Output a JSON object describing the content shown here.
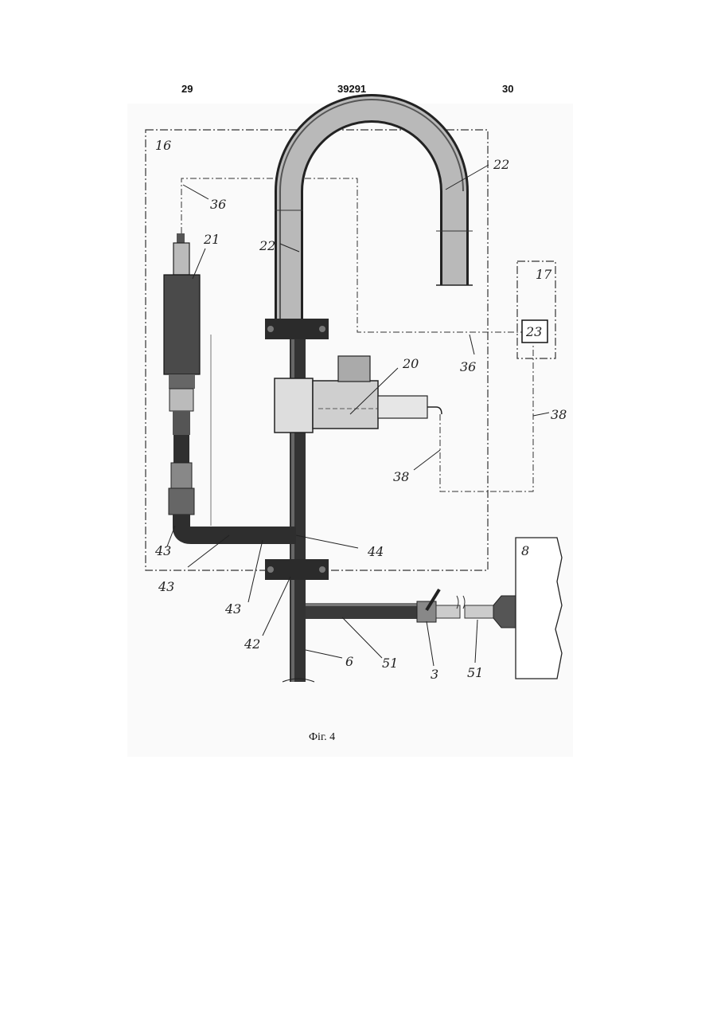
{
  "header": {
    "left_col": "29",
    "doc_number": "39291",
    "right_col": "30"
  },
  "figure": {
    "caption": "Фіг. 4",
    "labels": {
      "l16": "16",
      "l17": "17",
      "l8": "8",
      "l22a": "22",
      "l22b": "22",
      "l21": "21",
      "l36a": "36",
      "l36b": "36",
      "l23": "23",
      "l20": "20",
      "l38a": "38",
      "l38b": "38",
      "l43a": "43",
      "l43b": "43",
      "l43c": "43",
      "l44": "44",
      "l42": "42",
      "l6": "6",
      "l51a": "51",
      "l3": "3",
      "l51b": "51"
    }
  }
}
